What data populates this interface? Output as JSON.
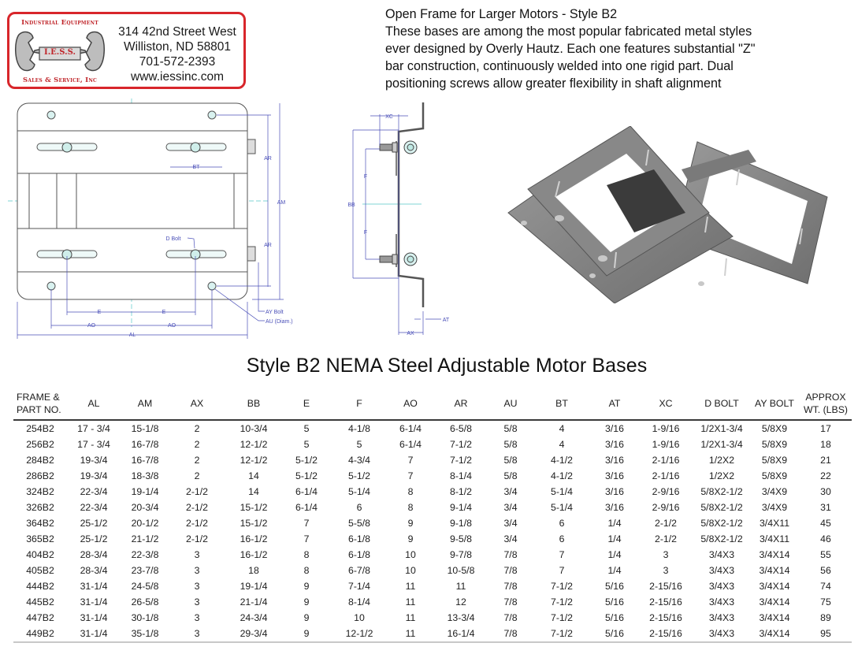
{
  "logo": {
    "top_text": "Industrial Equipment",
    "center_text": "I.E.S.S.",
    "bottom_text": "Sales & Service, Inc",
    "border_color": "#d8262b",
    "text_color": "#c0262b"
  },
  "contact": {
    "street": "314 42nd Street West",
    "city": "Williston, ND 58801",
    "phone": "701-572-2393",
    "website": "www.iessinc.com"
  },
  "description": {
    "heading": "Open Frame for Larger Motors - Style B2",
    "lines": [
      "These bases are among the most popular fabricated metal styles",
      "ever designed by Overly Hautz. Each one features substantial \"Z\"",
      "bar construction, continuously welded into one rigid part. Dual",
      "positioning screws allow greater flexibility in shaft alignment"
    ]
  },
  "diagrams": {
    "plan_view": {
      "labels": {
        "bt": "BT",
        "ar_top": "AR",
        "am": "AM",
        "ar_bottom": "AR",
        "d_bolt": "D Bolt",
        "ay_bolt": "AY Bolt",
        "au": "AU (Diam.)",
        "e_left": "E",
        "e_right": "E",
        "ao_left": "AO",
        "ao_right": "AO",
        "al": "AL"
      }
    },
    "side_view": {
      "labels": {
        "xc": "XC",
        "bb": "BB",
        "f_top": "F",
        "f_bottom": "F",
        "at": "AT",
        "ax": "AX"
      }
    },
    "photo_alt": "Style B2 open frame motor bases"
  },
  "table": {
    "title": "Style B2 NEMA Steel Adjustable Motor Bases",
    "headers": [
      [
        "FRAME &",
        "PART NO."
      ],
      [
        "AL"
      ],
      [
        "AM"
      ],
      [
        "AX"
      ],
      [
        "BB"
      ],
      [
        "E"
      ],
      [
        "F"
      ],
      [
        "AO"
      ],
      [
        "AR"
      ],
      [
        "AU"
      ],
      [
        "BT"
      ],
      [
        "AT"
      ],
      [
        "XC"
      ],
      [
        "D BOLT"
      ],
      [
        "AY BOLT"
      ],
      [
        "APPROX",
        "WT. (LBS)"
      ]
    ],
    "rows": [
      [
        "254B2",
        "17 - 3/4",
        "15-1/8",
        "2",
        "10-3/4",
        "5",
        "4-1/8",
        "6-1/4",
        "6-5/8",
        "5/8",
        "4",
        "3/16",
        "1-9/16",
        "1/2X1-3/4",
        "5/8X9",
        "17"
      ],
      [
        "256B2",
        "17 - 3/4",
        "16-7/8",
        "2",
        "12-1/2",
        "5",
        "5",
        "6-1/4",
        "7-1/2",
        "5/8",
        "4",
        "3/16",
        "1-9/16",
        "1/2X1-3/4",
        "5/8X9",
        "18"
      ],
      [
        "284B2",
        "19-3/4",
        "16-7/8",
        "2",
        "12-1/2",
        "5-1/2",
        "4-3/4",
        "7",
        "7-1/2",
        "5/8",
        "4-1/2",
        "3/16",
        "2-1/16",
        "1/2X2",
        "5/8X9",
        "21"
      ],
      [
        "286B2",
        "19-3/4",
        "18-3/8",
        "2",
        "14",
        "5-1/2",
        "5-1/2",
        "7",
        "8-1/4",
        "5/8",
        "4-1/2",
        "3/16",
        "2-1/16",
        "1/2X2",
        "5/8X9",
        "22"
      ],
      [
        "324B2",
        "22-3/4",
        "19-1/4",
        "2-1/2",
        "14",
        "6-1/4",
        "5-1/4",
        "8",
        "8-1/2",
        "3/4",
        "5-1/4",
        "3/16",
        "2-9/16",
        "5/8X2-1/2",
        "3/4X9",
        "30"
      ],
      [
        "326B2",
        "22-3/4",
        "20-3/4",
        "2-1/2",
        "15-1/2",
        "6-1/4",
        "6",
        "8",
        "9-1/4",
        "3/4",
        "5-1/4",
        "3/16",
        "2-9/16",
        "5/8X2-1/2",
        "3/4X9",
        "31"
      ],
      [
        "364B2",
        "25-1/2",
        "20-1/2",
        "2-1/2",
        "15-1/2",
        "7",
        "5-5/8",
        "9",
        "9-1/8",
        "3/4",
        "6",
        "1/4",
        "2-1/2",
        "5/8X2-1/2",
        "3/4X11",
        "45"
      ],
      [
        "365B2",
        "25-1/2",
        "21-1/2",
        "2-1/2",
        "16-1/2",
        "7",
        "6-1/8",
        "9",
        "9-5/8",
        "3/4",
        "6",
        "1/4",
        "2-1/2",
        "5/8X2-1/2",
        "3/4X11",
        "46"
      ],
      [
        "404B2",
        "28-3/4",
        "22-3/8",
        "3",
        "16-1/2",
        "8",
        "6-1/8",
        "10",
        "9-7/8",
        "7/8",
        "7",
        "1/4",
        "3",
        "3/4X3",
        "3/4X14",
        "55"
      ],
      [
        "405B2",
        "28-3/4",
        "23-7/8",
        "3",
        "18",
        "8",
        "6-7/8",
        "10",
        "10-5/8",
        "7/8",
        "7",
        "1/4",
        "3",
        "3/4X3",
        "3/4X14",
        "56"
      ],
      [
        "444B2",
        "31-1/4",
        "24-5/8",
        "3",
        "19-1/4",
        "9",
        "7-1/4",
        "11",
        "11",
        "7/8",
        "7-1/2",
        "5/16",
        "2-15/16",
        "3/4X3",
        "3/4X14",
        "74"
      ],
      [
        "445B2",
        "31-1/4",
        "26-5/8",
        "3",
        "21-1/4",
        "9",
        "8-1/4",
        "11",
        "12",
        "7/8",
        "7-1/2",
        "5/16",
        "2-15/16",
        "3/4X3",
        "3/4X14",
        "75"
      ],
      [
        "447B2",
        "31-1/4",
        "30-1/8",
        "3",
        "24-3/4",
        "9",
        "10",
        "11",
        "13-3/4",
        "7/8",
        "7-1/2",
        "5/16",
        "2-15/16",
        "3/4X3",
        "3/4X14",
        "89"
      ],
      [
        "449B2",
        "31-1/4",
        "35-1/8",
        "3",
        "29-3/4",
        "9",
        "12-1/2",
        "11",
        "16-1/4",
        "7/8",
        "7-1/2",
        "5/16",
        "2-15/16",
        "3/4X3",
        "3/4X14",
        "95"
      ]
    ]
  },
  "colors": {
    "dimension_line": "#4a4fb8",
    "center_line": "#56c8c8",
    "drawing_line": "#555555",
    "photo_steel": "#8a8a8a"
  }
}
